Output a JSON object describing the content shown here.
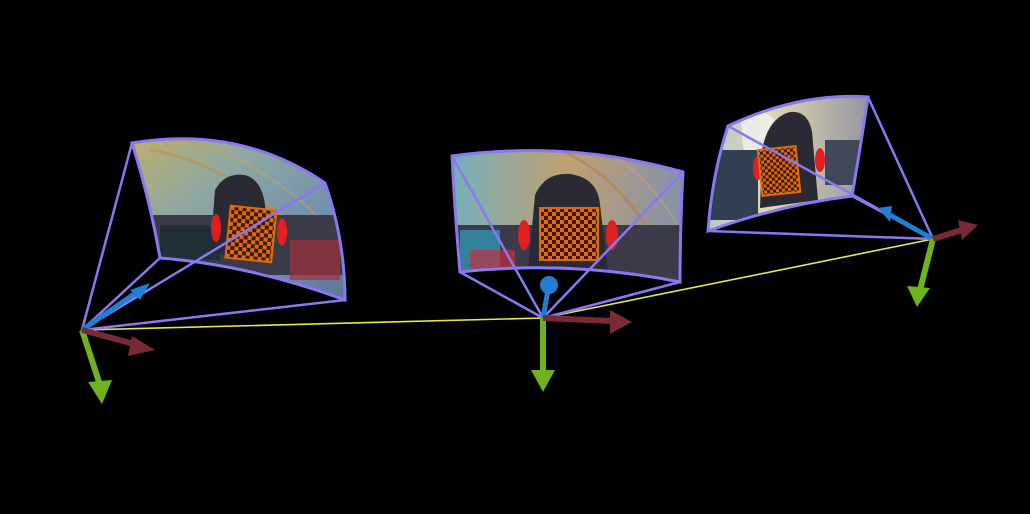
{
  "scene": {
    "background": "#000000",
    "trajectory_color": "#e8e84a",
    "frustum_color": "#8a78f0",
    "axis_colors": {
      "x": "#7a2a34",
      "y": "#6fb31a",
      "z": "#1f7fd0"
    },
    "cameras": [
      {
        "id": "camera-1",
        "view": "chair-checkerboard"
      },
      {
        "id": "camera-2",
        "view": "chair-checkerboard"
      },
      {
        "id": "camera-3",
        "view": "chair-checkerboard"
      }
    ]
  }
}
